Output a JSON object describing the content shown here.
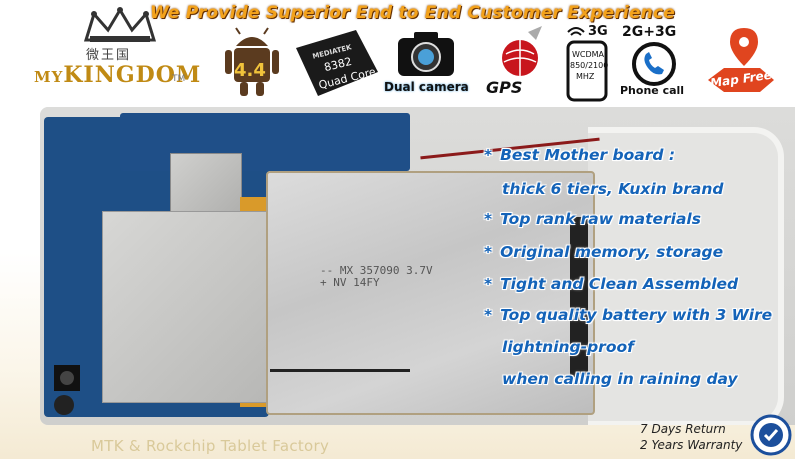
{
  "header": {
    "tagline": "We Provide Superior End to End Customer Experience"
  },
  "logo": {
    "chinese": "微王国",
    "brand_prefix": "MY",
    "brand": "KINGDOM",
    "trademark": "TM"
  },
  "features": [
    {
      "icon": "android-icon",
      "label": "4.4"
    },
    {
      "icon": "chip-icon",
      "label_top": "MEDIATEK",
      "label_mid": "8382",
      "label_bottom": "Quad Core"
    },
    {
      "icon": "camera-icon",
      "label": "Dual camera"
    },
    {
      "icon": "gps-icon",
      "label": "GPS"
    },
    {
      "icon": "phone-3g-icon",
      "label_top": "3G",
      "label_mid": "WCDMA",
      "label_sub": "850/2100",
      "label_bottom": "MHZ"
    },
    {
      "icon": "phone-call-icon",
      "label_top": "2G+3G",
      "label": "Phone call"
    },
    {
      "icon": "map-pin-icon",
      "label": "Map Free"
    }
  ],
  "battery_print": "-- MX 357090 3.7V\n+ NV 14FY",
  "bullets": [
    {
      "star": "*",
      "text": "Best Mother board :"
    },
    {
      "star": "",
      "text": "thick 6 tiers, Kuxin brand"
    },
    {
      "star": "*",
      "text": "Top rank raw materials"
    },
    {
      "star": "*",
      "text": "Original memory, storage"
    },
    {
      "star": "*",
      "text": "Tight and Clean Assembled"
    },
    {
      "star": "*",
      "text": "Top quality battery with 3 Wire"
    },
    {
      "star": "",
      "text": "lightning-proof"
    },
    {
      "star": "",
      "text": "when calling in raining day"
    }
  ],
  "footer": {
    "left": "MTK & Rockchip Tablet Factory",
    "right_line1": "7 Days Return",
    "right_line2": "2 Years Warranty"
  },
  "colors": {
    "tagline": "#f3a21b",
    "bullet_text": "#1463b8",
    "brand_gold": "#c08a14"
  }
}
